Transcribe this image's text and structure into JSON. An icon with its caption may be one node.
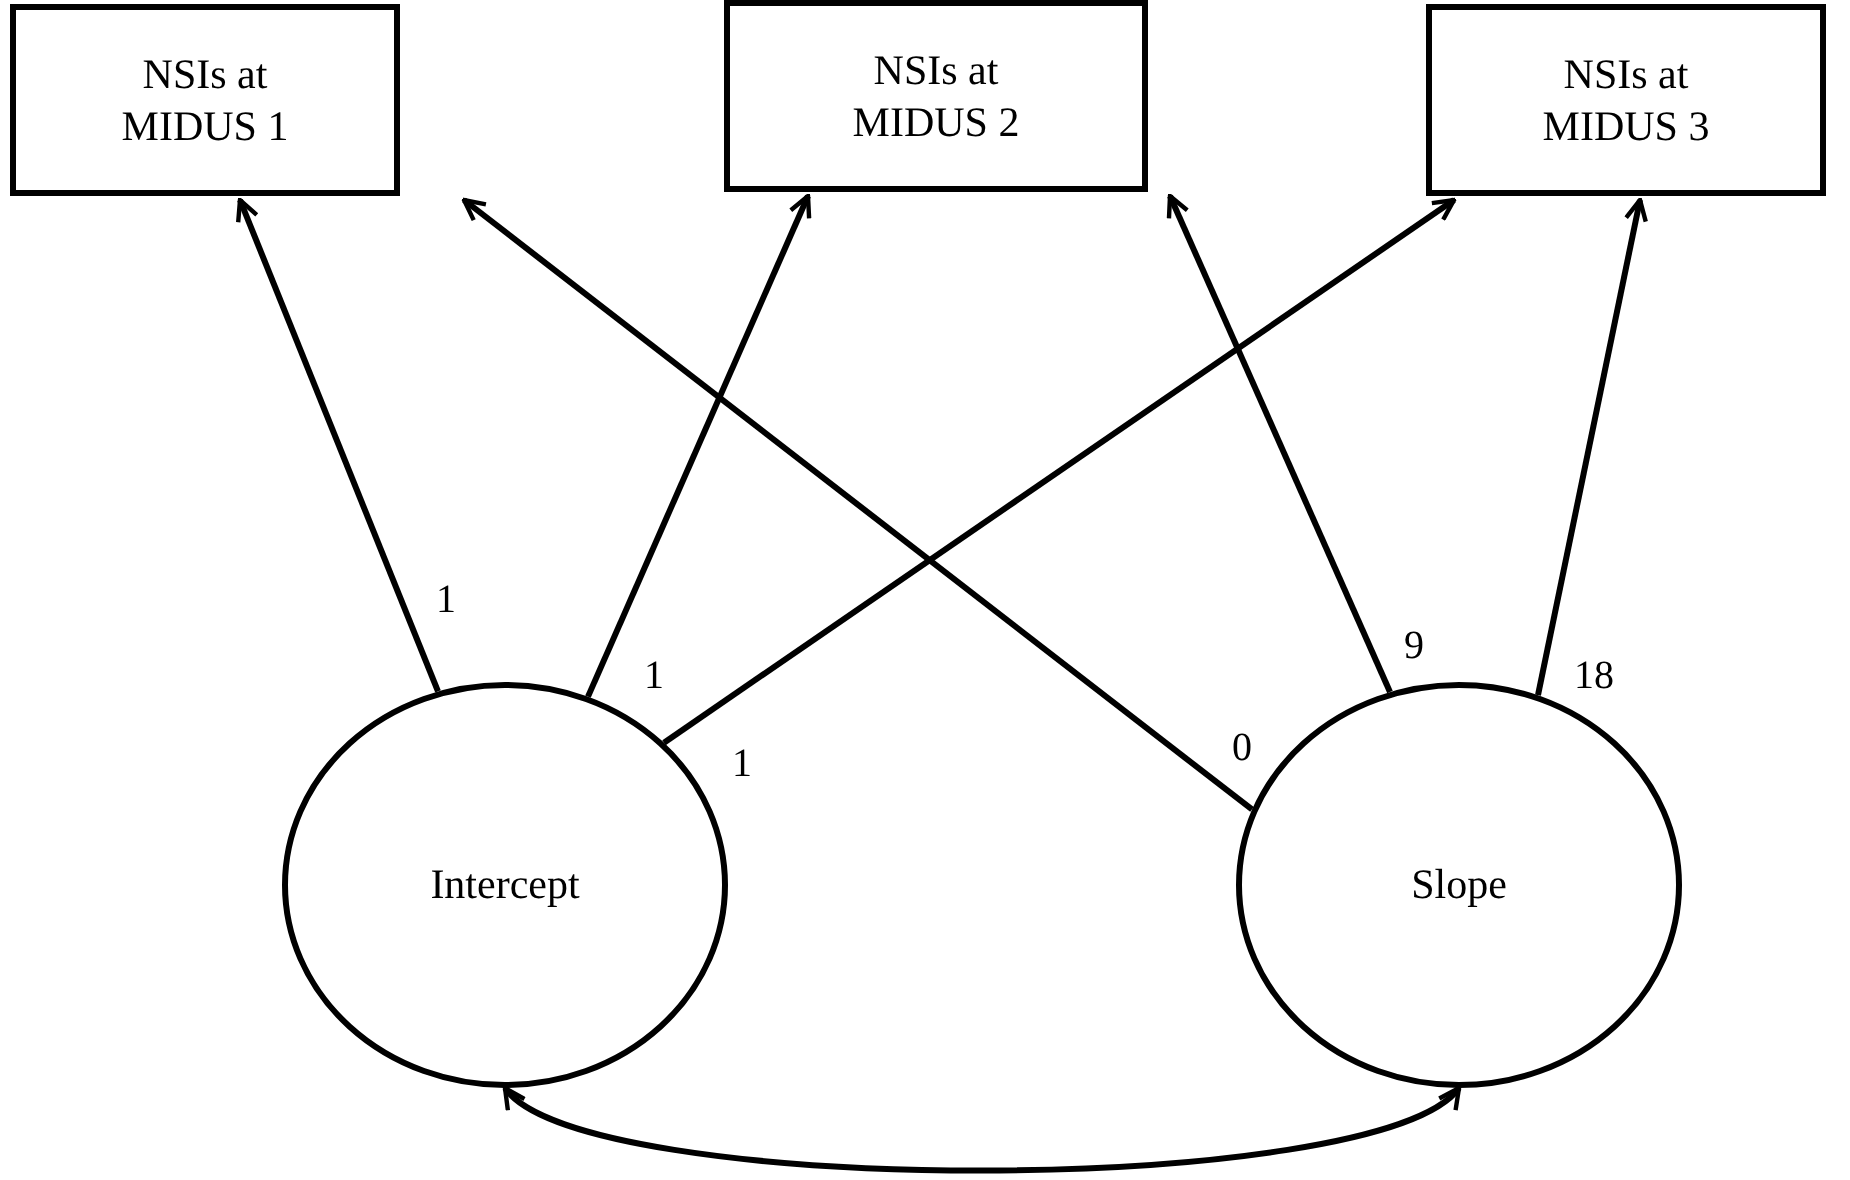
{
  "diagram": {
    "nodes": [
      {
        "text": [
          "NSIs at MIDUS 1"
        ]
      },
      {
        "text": [
          "NSIs at MIDUS 2"
        ]
      },
      {
        "text": [
          "NSIs at MIDUS 3"
        ]
      },
      {
        "text": [
          "Intercept"
        ]
      },
      {
        "text": [
          "Slope"
        ]
      }
    ],
    "edges": [
      {
        "from": 3,
        "to": 0,
        "arrow": "to",
        "label": "1"
      },
      {
        "from": 3,
        "to": 1,
        "arrow": "to",
        "label": "1"
      },
      {
        "from": 3,
        "to": 2,
        "arrow": "to",
        "label": "1"
      },
      {
        "from": 4,
        "to": 0,
        "arrow": "to",
        "label": "0"
      },
      {
        "from": 4,
        "to": 1,
        "arrow": "to",
        "label": "9"
      },
      {
        "from": 4,
        "to": 2,
        "arrow": "to",
        "label": "18"
      },
      {
        "from": 3,
        "to": 4,
        "arrow": "both"
      }
    ]
  }
}
